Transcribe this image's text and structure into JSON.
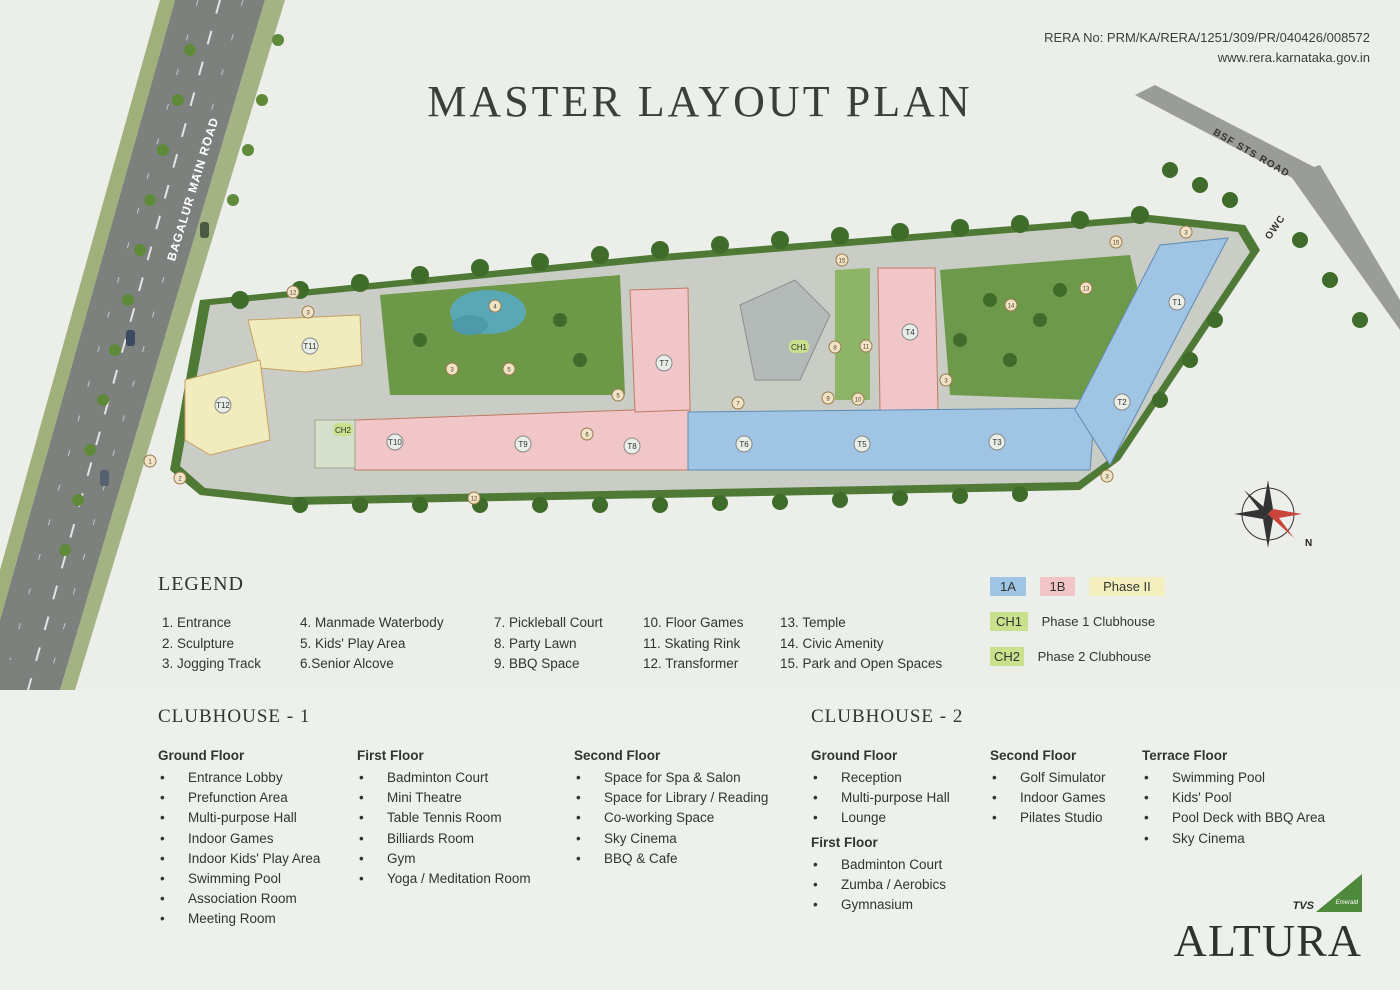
{
  "header": {
    "title": "MASTER LAYOUT PLAN",
    "rera_no": "RERA No: PRM/KA/RERA/1251/309/PR/040426/008572",
    "rera_url": "www.rera.karnataka.gov.in"
  },
  "map": {
    "roads": {
      "main": "BAGALUR MAIN ROAD",
      "side": "BSF STS ROAD",
      "owc": "OWC"
    },
    "compass_north": "N",
    "towers": [
      "T1",
      "T2",
      "T3",
      "T4",
      "T5",
      "T6",
      "T7",
      "T8",
      "T9",
      "T10",
      "T11",
      "T12"
    ],
    "clubhouses": [
      "CH1",
      "CH2"
    ]
  },
  "legend": {
    "title": "LEGEND",
    "col1": [
      "1. Entrance",
      "2. Sculpture",
      "3. Jogging Track"
    ],
    "col2": [
      "4. Manmade Waterbody",
      "5. Kids' Play Area",
      "6.Senior Alcove"
    ],
    "col3": [
      "7. Pickleball Court",
      "8. Party Lawn",
      "9. BBQ Space"
    ],
    "col4": [
      "10. Floor Games",
      "11.  Skating Rink",
      "12. Transformer"
    ],
    "col5": [
      "13. Temple",
      "14. Civic Amenity",
      "15.  Park and Open Spaces"
    ],
    "phases": {
      "p1a": "1A",
      "p1b": "1B",
      "p2": "Phase II",
      "ch1": "CH1",
      "ch1_label": "Phase 1 Clubhouse",
      "ch2": "CH2",
      "ch2_label": "Phase 2 Clubhouse"
    },
    "colors": {
      "phase_1a": "#9fc4e4",
      "phase_1b": "#f2c6c8",
      "phase_2": "#f4efbf",
      "clubhouse": "#c9e08c"
    }
  },
  "clubhouse1": {
    "title": "CLUBHOUSE - 1",
    "ground": {
      "label": "Ground Floor",
      "items": [
        "Entrance Lobby",
        "Prefunction Area",
        "Multi-purpose Hall",
        "Indoor Games",
        "Indoor Kids' Play Area",
        "Swimming Pool",
        "Association Room",
        "Meeting Room"
      ]
    },
    "first": {
      "label": "First Floor",
      "items": [
        "Badminton Court",
        "Mini Theatre",
        "Table Tennis Room",
        "Billiards Room",
        "Gym",
        "Yoga / Meditation Room"
      ]
    },
    "second": {
      "label": "Second Floor",
      "items": [
        "Space for Spa & Salon",
        "Space for Library / Reading",
        "Co-working Space",
        "Sky Cinema",
        "BBQ & Cafe"
      ]
    }
  },
  "clubhouse2": {
    "title": "CLUBHOUSE - 2",
    "ground": {
      "label": "Ground Floor",
      "items": [
        "Reception",
        "Multi-purpose Hall",
        "Lounge"
      ]
    },
    "first": {
      "label": "First Floor",
      "items": [
        "Badminton Court",
        "Zumba / Aerobics",
        "Gymnasium"
      ]
    },
    "second": {
      "label": "Second Floor",
      "items": [
        "Golf Simulator",
        "Indoor Games",
        "Pilates Studio"
      ]
    },
    "terrace": {
      "label": "Terrace Floor",
      "items": [
        "Swimming Pool",
        "Kids' Pool",
        "Pool Deck with BBQ Area",
        "Sky Cinema"
      ]
    }
  },
  "brand": {
    "tvs": "TVS",
    "emerald": "Emerald",
    "name": "ALTURA"
  }
}
